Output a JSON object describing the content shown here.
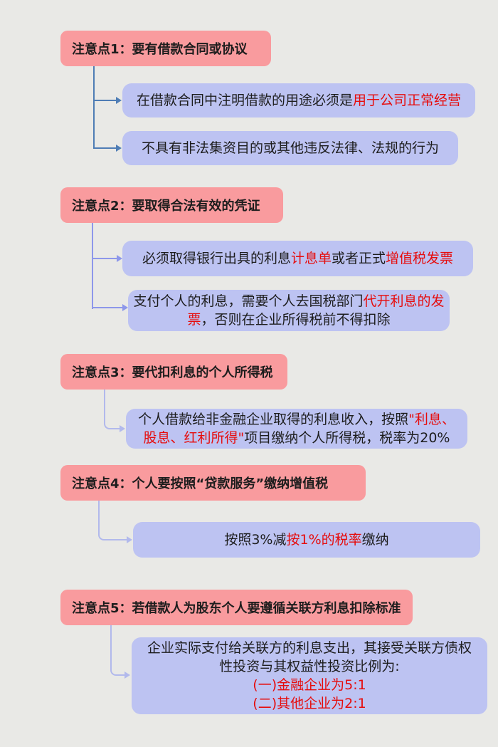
{
  "colors": {
    "background": "#e9e9e6",
    "header_bg": "#f99b9e",
    "child_bg": "#bdc3f2",
    "text": "#1d1d1d",
    "highlight_red": "#e60c0c",
    "connector_note1": "#4f7db5",
    "connector_note2": "#8d97ea",
    "connector_light": "#b2b9ec"
  },
  "notes": [
    {
      "title": "注意点1：要有借款合同或协议",
      "children": [
        {
          "segments": [
            {
              "text": "在借款合同中注明借款的用途必须是"
            },
            {
              "text": "用于公司正常经营",
              "red": true
            }
          ]
        },
        {
          "segments": [
            {
              "text": "不具有非法集资目的或其他违反法律、法规的行为"
            }
          ]
        }
      ]
    },
    {
      "title": "注意点2：要取得合法有效的凭证",
      "children": [
        {
          "segments": [
            {
              "text": "必须取得银行出具的利息"
            },
            {
              "text": "计息单",
              "red": true
            },
            {
              "text": "或者正式"
            },
            {
              "text": "增值税发票",
              "red": true
            }
          ]
        },
        {
          "segments": [
            {
              "text": "支付个人的利息，需要个人去国税部门"
            },
            {
              "text": "代开利息的发票",
              "red": true
            },
            {
              "text": "，否则在企业所得税前不得扣除"
            }
          ]
        }
      ]
    },
    {
      "title": "注意点3：要代扣利息的个人所得税",
      "children": [
        {
          "segments": [
            {
              "text": "个人借款给非金融企业取得的利息收入，按照"
            },
            {
              "text": "\"利息、股息、红利所得\"",
              "red": true
            },
            {
              "text": "项目缴纳个人所得税，税率为20%"
            }
          ]
        }
      ]
    },
    {
      "title": "注意点4：个人要按照“贷款服务”缴纳增值税",
      "children": [
        {
          "segments": [
            {
              "text": "按照3%减"
            },
            {
              "text": "按1%的税率",
              "red": true
            },
            {
              "text": "缴纳"
            }
          ]
        }
      ]
    },
    {
      "title": "注意点5：若借款人为股东个人要遵循关联方利息扣除标准",
      "children": [
        {
          "lines": [
            {
              "text": "企业实际支付给关联方的利息支出，其接受关联方债权性投资与其权益性投资比例为:"
            },
            {
              "text": "(一)金融企业为5:1",
              "red": true
            },
            {
              "text": "(二)其他企业为2:1",
              "red": true
            }
          ]
        }
      ]
    }
  ]
}
